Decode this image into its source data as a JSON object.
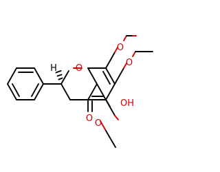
{
  "molecule": {
    "colors": {
      "bond": "#000000",
      "heteroatom": "#d40000"
    },
    "labels": {
      "ring_oxygen": "O",
      "stereo_h": "H",
      "carbonyl_oxygen": "O",
      "hydroxyl": "OH",
      "methoxy_8": "O",
      "methoxy_7": "O",
      "methoxy_5": "O"
    }
  }
}
